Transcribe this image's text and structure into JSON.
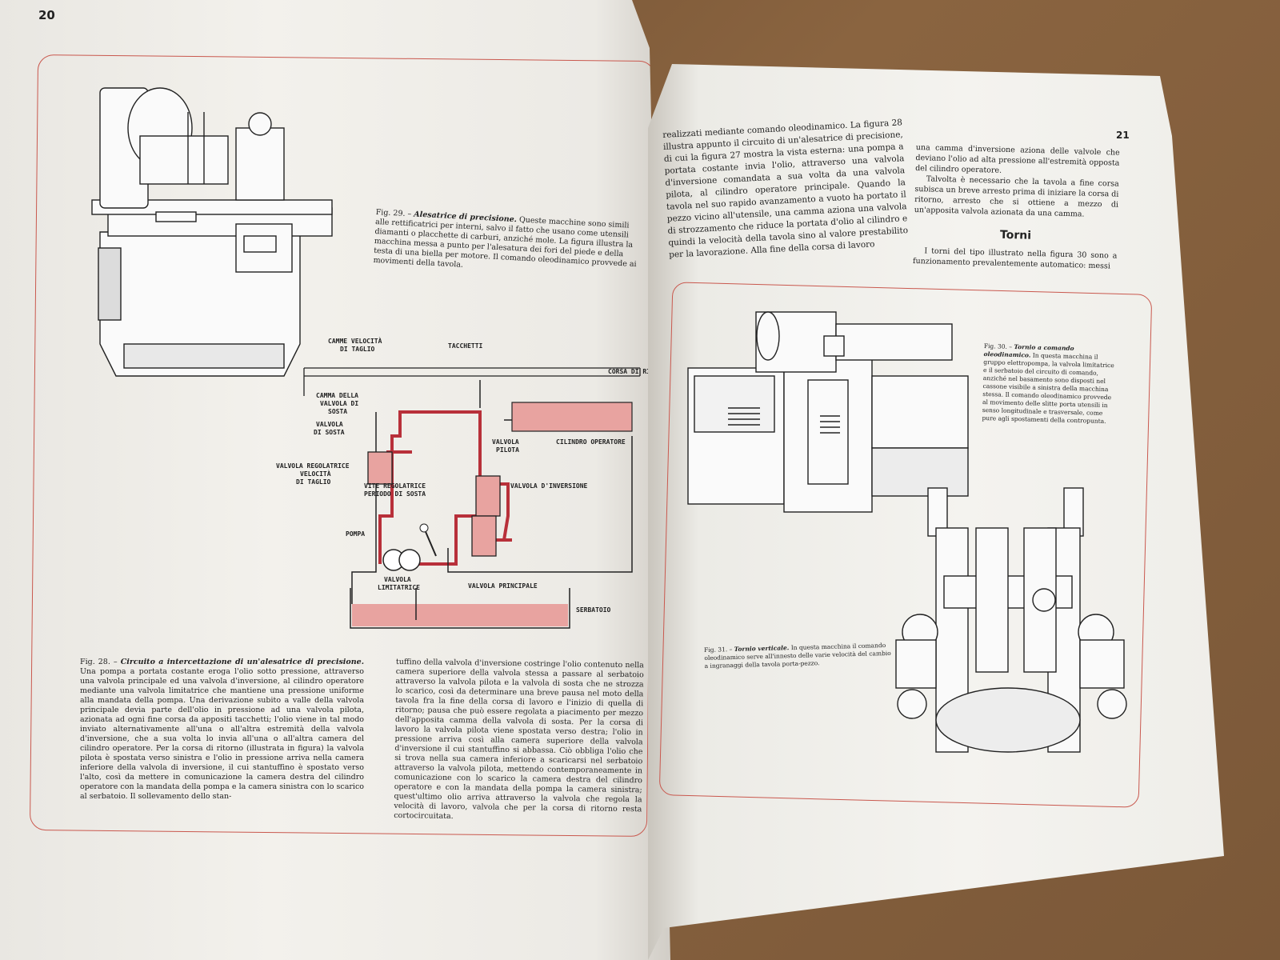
{
  "left_page": {
    "page_number": "20",
    "fig29_caption": {
      "label": "Fig. 29. – ",
      "title": "Alesatrice di precisione.",
      "text": "Queste macchine sono simili alle rettificatrici per interni, salvo il fatto che usano come utensili diamanti o placchette di carburi, anziché mole. La figura illustra la macchina messa a punto per l'alesatura dei fori del piede e della testa di una biella per motore. Il comando oleodinamico provvede ai movimenti della tavola."
    },
    "diagram_labels": {
      "camme_velocita": "CAMME VELOCITÀ",
      "di_taglio_top": "DI TAGLIO",
      "tacchetti": "TACCHETTI",
      "corsa_di_ritorno": "CORSA DI RITORNO",
      "camma_della": "CAMMA DELLA",
      "valvola_di": "VALVOLA DI",
      "sosta": "SOSTA",
      "valvola": "VALVOLA",
      "di_sosta": "DI SOSTA",
      "valvola_pilota_1": "VALVOLA",
      "valvola_pilota_2": "PILOTA",
      "cilindro_operatore": "CILINDRO OPERATORE",
      "valvola_regolatrice": "VALVOLA REGOLATRICE",
      "velocita": "VELOCITÀ",
      "di_taglio": "DI TAGLIO",
      "vite_regolatrice": "VITE REGOLATRICE",
      "periodo_di_sosta": "PERIODO DI SOSTA",
      "valvola_inversione": "VALVOLA D'INVERSIONE",
      "pompa": "POMPA",
      "valvola_limitatrice_1": "VALVOLA",
      "valvola_limitatrice_2": "LIMITATRICE",
      "valvola_principale": "VALVOLA PRINCIPALE",
      "serbatoio": "SERBATOIO"
    },
    "fig28_caption": {
      "label": "Fig. 28. – ",
      "title": "Circuito a intercettazione di un'alesatrice di precisione.",
      "col1": "Una pompa a portata costante eroga l'olio sotto pressione, attraverso una valvola principale ed una valvola d'inversione, al cilindro operatore mediante una valvola limitatrice che mantiene una pressione uniforme alla mandata della pompa. Una derivazione subito a valle della valvola principale devia parte dell'olio in pressione ad una valvola pilota, azionata ad ogni fine corsa da appositi tacchetti; l'olio viene in tal modo inviato alternativamente all'una o all'altra estremità della valvola d'inversione, che a sua volta lo invia all'una o all'altra camera del cilindro operatore. Per la corsa di ritorno (illustrata in figura) la valvola pilota è spostata verso sinistra e l'olio in pressione arriva nella camera inferiore della valvola di inversione, il cui stantuffino è spostato verso l'alto, così da mettere in comunicazione la camera destra del cilindro operatore con la mandata della pompa e la camera sinistra con lo scarico al serbatoio. Il sollevamento dello stan-",
      "col2": "tuffino della valvola d'inversione costringe l'olio contenuto nella camera superiore della valvola stessa a passare al serbatoio attraverso la valvola pilota e la valvola di sosta che ne strozza lo scarico, così da determinare una breve pausa nel moto della tavola fra la fine della corsa di lavoro e l'inizio di quella di ritorno; pausa che può essere regolata a piacimento per mezzo dell'apposita camma della valvola di sosta. Per la corsa di lavoro la valvola pilota viene spostata verso destra; l'olio in pressione arriva così alla camera superiore della valvola d'inversione il cui stantuffino si abbassa. Ciò obbliga l'olio che si trova nella sua camera inferiore a scaricarsi nel serbatoio attraverso la valvola pilota, mettendo contemporaneamente in comunicazione con lo scarico la camera destra del cilindro operatore e con la mandata della pompa la camera sinistra; quest'ultimo olio arriva attraverso la valvola che regola la velocità di lavoro, valvola che per la corsa di ritorno resta cortocircuitata."
    }
  },
  "right_page": {
    "page_number": "21",
    "col1": "realizzati mediante comando oleodinamico. La figura 28 illustra appunto il circuito di un'alesatrice di precisione, di cui la figura 27 mostra la vista esterna: una pompa a portata costante invia l'olio, attraverso una valvola d'inversione comandata a sua volta da una valvola pilota, al cilindro operatore principale. Quando la tavola nel suo rapido avanzamento a vuoto ha portato il pezzo vicino all'utensile, una camma aziona una valvola di strozzamento che riduce la portata d'olio al cilindro e quindi la velocità della tavola sino al valore prestabilito per la lavorazione. Alla fine della corsa di lavoro",
    "col2_p1": "una camma d'inversione aziona delle valvole che deviano l'olio ad alta pressione all'estremità opposta del cilindro operatore.",
    "col2_p2": "Talvolta è necessario che la tavola a fine corsa subisca un breve arresto prima di iniziare la corsa di ritorno, arresto che si ottiene a mezzo di un'apposita valvola azionata da una camma.",
    "heading": "Torni",
    "col2_p3": "I torni del tipo illustrato nella figura 30 sono a funzionamento prevalentemente automatico: messi",
    "fig30_caption": {
      "label": "Fig. 30. – ",
      "title": "Tornio a comando oleodinamico.",
      "text": "In questa macchina il gruppo elettropompa, la valvola limitatrice e il serbatoio del circuito di comando, anziché nel basamento sono disposti nel cassone visibile a sinistra della macchina stessa. Il comando oleodinamico provvede al movimento delle slitte porta utensili in senso longitudinale e trasversale, come pure agli spostamenti della contropunta."
    },
    "fig31_caption": {
      "label": "Fig. 31. – ",
      "title": "Tornio verticale.",
      "text": "In questa macchina il comando oleodinamico serve all'innesto delle varie velocità del cambio a ingranaggi della tavola porta-pezzo."
    }
  },
  "colors": {
    "accent_red": "#c9584e",
    "oil_fill": "#e8a3a0",
    "oil_line": "#b8303a"
  }
}
